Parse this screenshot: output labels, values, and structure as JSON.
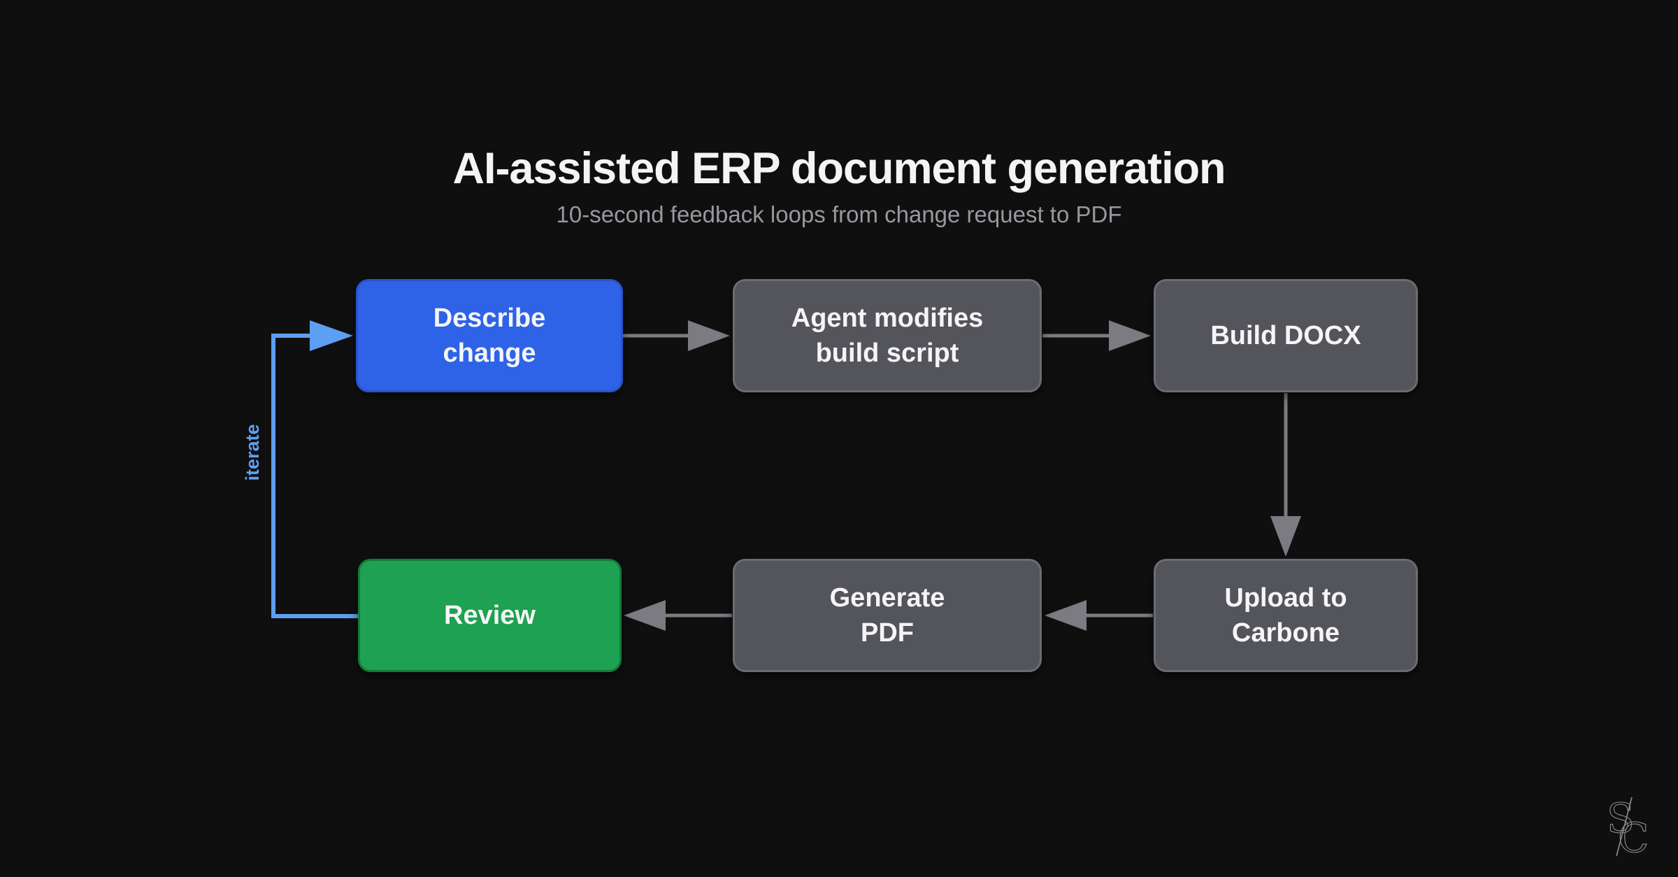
{
  "diagram": {
    "title": "AI-assisted ERP document generation",
    "subtitle": "10-second feedback loops from change request to PDF",
    "nodes": [
      {
        "id": "describe-change",
        "type": "primary",
        "lines": [
          "Describe",
          "change"
        ]
      },
      {
        "id": "agent-modifies",
        "type": "step",
        "lines": [
          "Agent modifies",
          "build script"
        ]
      },
      {
        "id": "build-docx",
        "type": "step",
        "lines": [
          "Build DOCX"
        ]
      },
      {
        "id": "upload-carbone",
        "type": "step",
        "lines": [
          "Upload to",
          "Carbone"
        ]
      },
      {
        "id": "generate-pdf",
        "type": "step",
        "lines": [
          "Generate",
          "PDF"
        ]
      },
      {
        "id": "review",
        "type": "success",
        "lines": [
          "Review"
        ]
      }
    ],
    "edges": [
      {
        "from": "describe-change",
        "to": "agent-modifies"
      },
      {
        "from": "agent-modifies",
        "to": "build-docx"
      },
      {
        "from": "build-docx",
        "to": "upload-carbone"
      },
      {
        "from": "upload-carbone",
        "to": "generate-pdf"
      },
      {
        "from": "generate-pdf",
        "to": "review"
      },
      {
        "from": "review",
        "to": "describe-change",
        "label": "iterate"
      }
    ]
  },
  "watermark": {
    "letter_top": "S",
    "letter_bottom": "C"
  },
  "colors": {
    "background": "#0f0f10",
    "node_primary": "#2e63e7",
    "node_primary_border": "#2a53c8",
    "node_step": "#54545b",
    "node_step_border": "#6b6b72",
    "node_success": "#1ea150",
    "node_success_border": "#157a3d",
    "arrow": "#7b7b81",
    "accent": "#5d9ff2",
    "title_text": "#f4f4f5",
    "subtitle_text": "#98989e",
    "node_text": "#f5f5f7",
    "watermark": "#8f8f8f"
  }
}
